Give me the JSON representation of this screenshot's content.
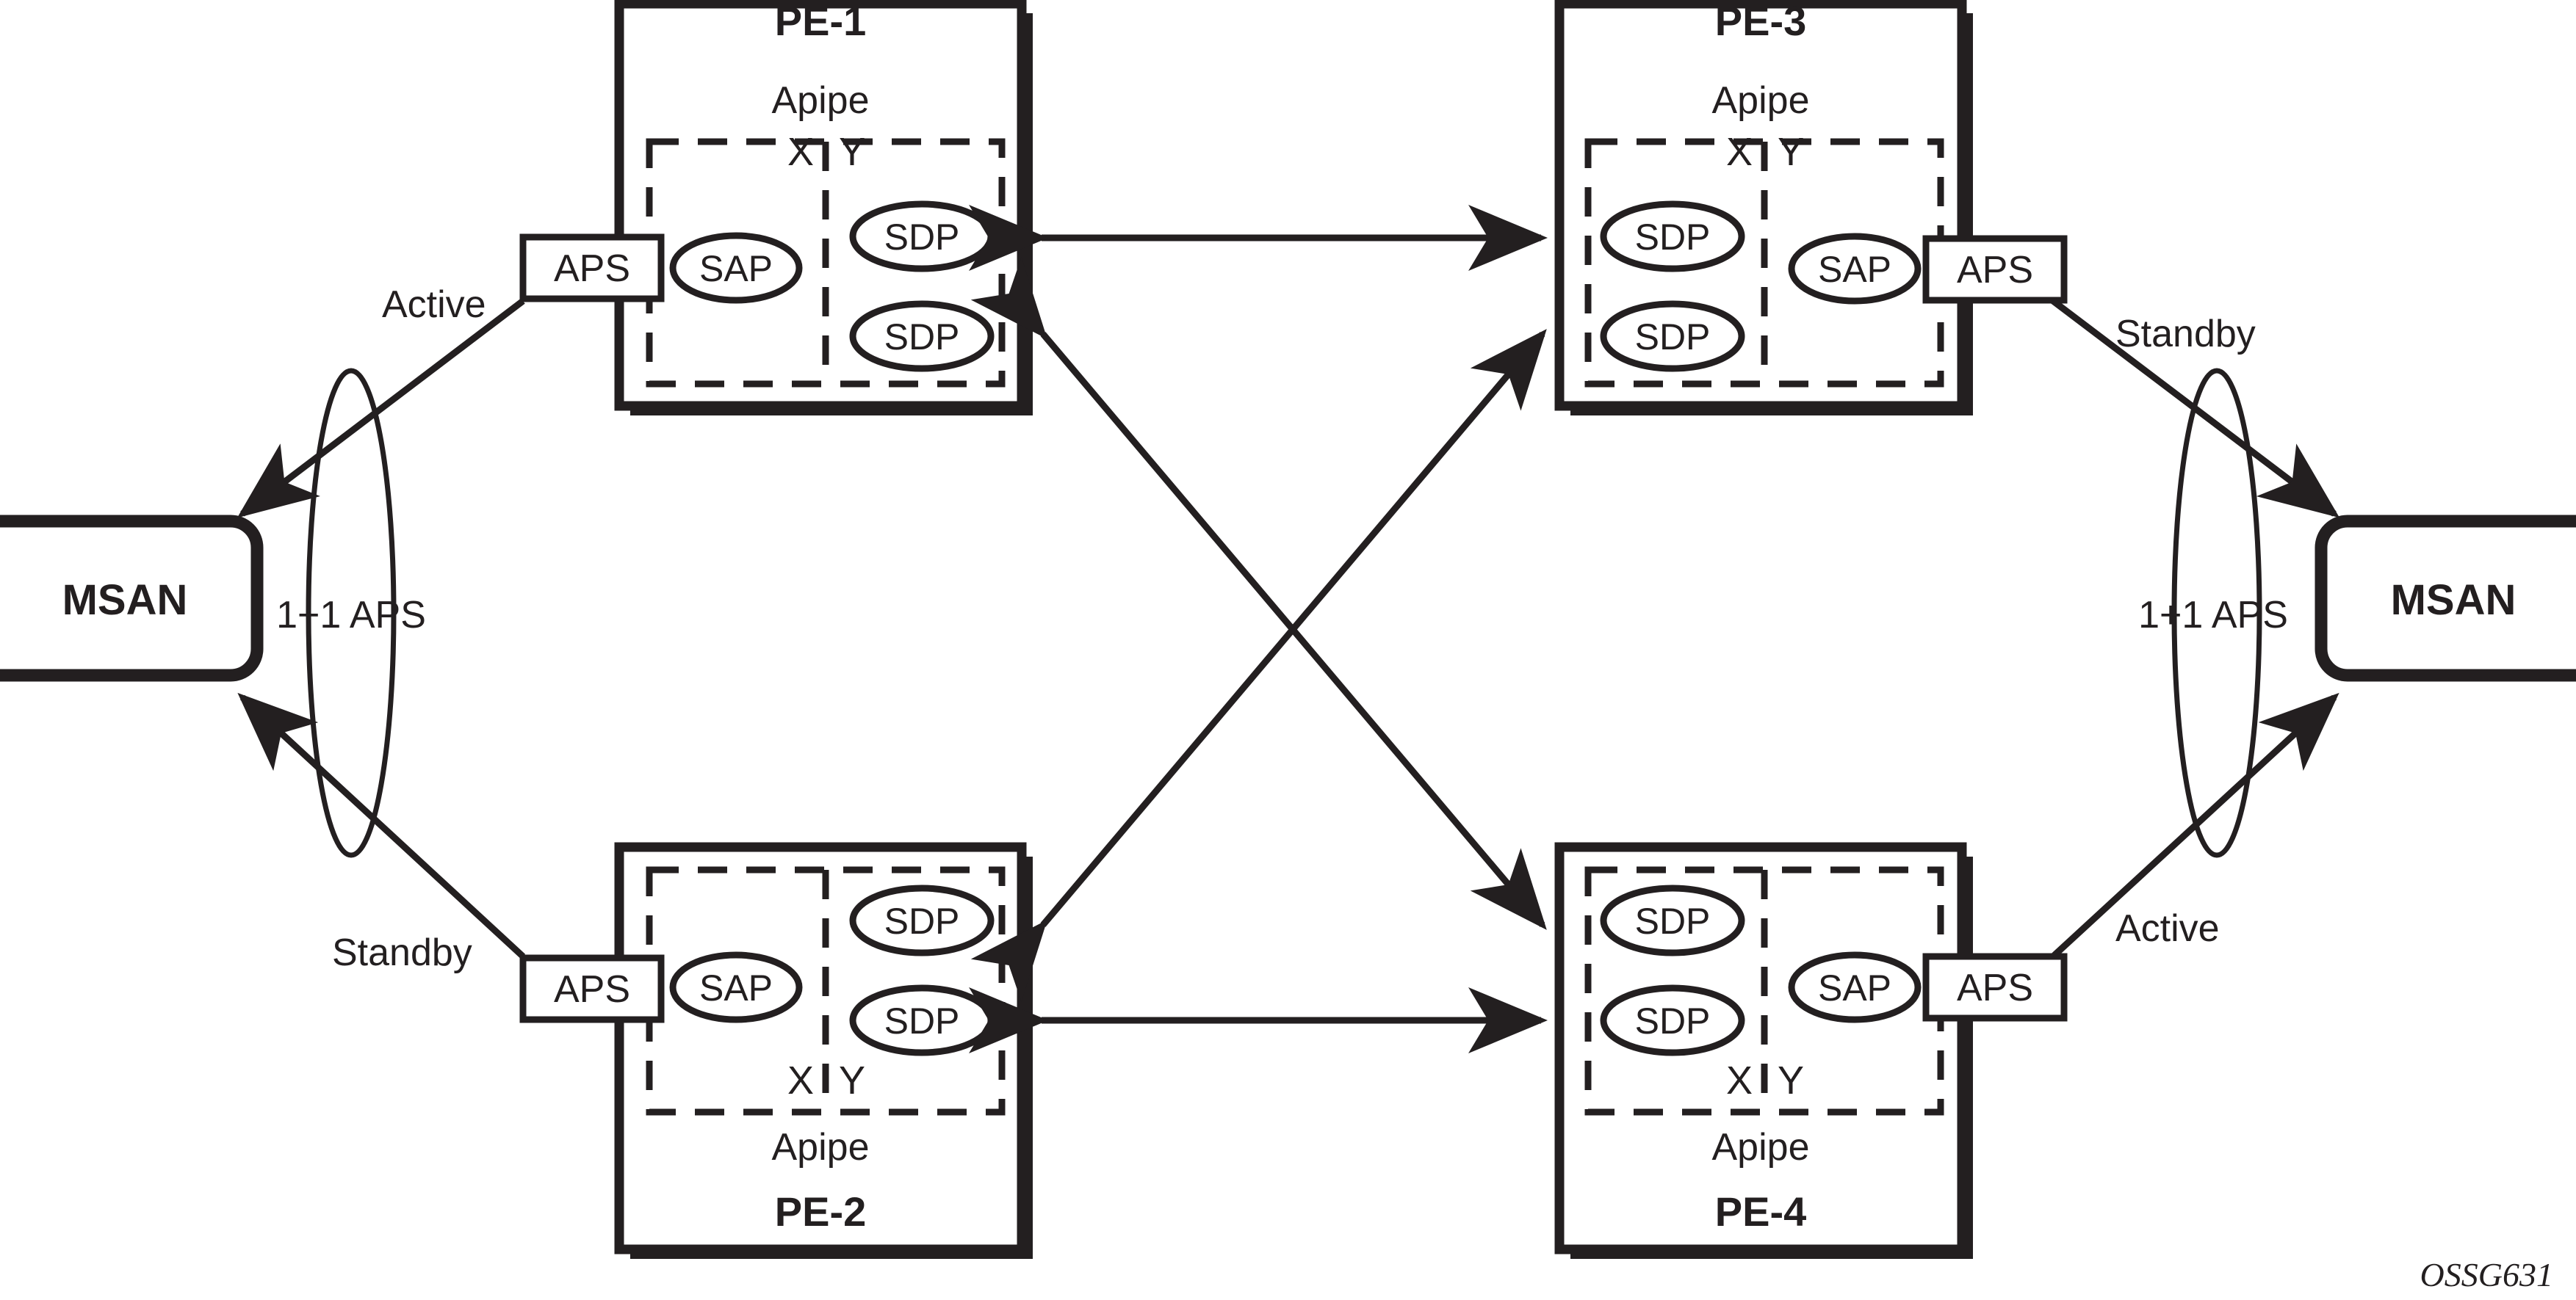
{
  "figure": {
    "code_label": "OSSG631",
    "description": "Apipe redundant pseudowire topology with 1+1 APS protection between two MSAN devices and four PE routers"
  },
  "nodes": {
    "msan_left": {
      "label": "MSAN"
    },
    "msan_right": {
      "label": "MSAN"
    },
    "pe1": {
      "title": "PE-1",
      "service": "Apipe",
      "side_x_label": "X",
      "side_y_label": "Y",
      "aps_label": "APS",
      "sap_label": "SAP",
      "sdp_labels": [
        "SDP",
        "SDP"
      ]
    },
    "pe2": {
      "title": "PE-2",
      "service": "Apipe",
      "side_x_label": "X",
      "side_y_label": "Y",
      "aps_label": "APS",
      "sap_label": "SAP",
      "sdp_labels": [
        "SDP",
        "SDP"
      ]
    },
    "pe3": {
      "title": "PE-3",
      "service": "Apipe",
      "side_x_label": "X",
      "side_y_label": "Y",
      "aps_label": "APS",
      "sap_label": "SAP",
      "sdp_labels": [
        "SDP",
        "SDP"
      ]
    },
    "pe4": {
      "title": "PE-4",
      "service": "Apipe",
      "side_x_label": "X",
      "side_y_label": "Y",
      "aps_label": "APS",
      "sap_label": "SAP",
      "sdp_labels": [
        "SDP",
        "SDP"
      ]
    }
  },
  "aps_groups": {
    "left": {
      "label": "1+1 APS"
    },
    "right": {
      "label": "1+1 APS"
    }
  },
  "states": {
    "left_top": "Active",
    "left_bottom": "Standby",
    "right_top": "Standby",
    "right_bottom": "Active"
  },
  "links": [
    {
      "from": "PE-1",
      "to": "PE-3",
      "style": "double-arrow"
    },
    {
      "from": "PE-2",
      "to": "PE-4",
      "style": "double-arrow"
    },
    {
      "from": "PE-1",
      "to": "PE-4",
      "style": "double-arrow"
    },
    {
      "from": "PE-2",
      "to": "PE-3",
      "style": "double-arrow"
    }
  ]
}
